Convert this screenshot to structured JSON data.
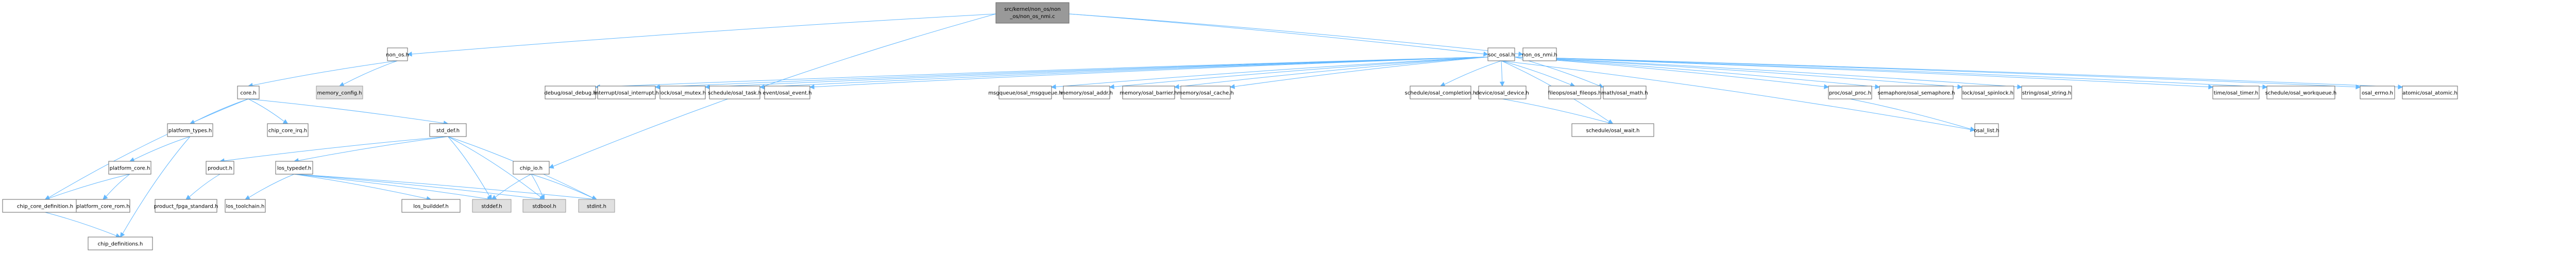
{
  "colors": {
    "edge": "#63b8ff",
    "node_border": "#666666",
    "node_fill": "#ffffff",
    "system_header_fill": "#e0e0e0",
    "root_fill": "#999999"
  },
  "graph": {
    "root": {
      "id": "root",
      "lines": [
        "src/kernel/non_os/non",
        "_os/non_os_nmi.c"
      ]
    },
    "nodes": [
      {
        "id": "non_os_h",
        "label": "non_os.h",
        "kind": "normal"
      },
      {
        "id": "memory_config_h",
        "label": "memory_config.h",
        "kind": "system"
      },
      {
        "id": "core_h",
        "label": "core.h",
        "kind": "normal"
      },
      {
        "id": "platform_types_h",
        "label": "platform_types.h",
        "kind": "normal"
      },
      {
        "id": "chip_core_irq_h",
        "label": "chip_core_irq.h",
        "kind": "normal"
      },
      {
        "id": "std_def_h",
        "label": "std_def.h",
        "kind": "normal"
      },
      {
        "id": "platform_core_h",
        "label": "platform_core.h",
        "kind": "normal"
      },
      {
        "id": "product_h",
        "label": "product.h",
        "kind": "normal"
      },
      {
        "id": "los_typedef_h",
        "label": "los_typedef.h",
        "kind": "normal"
      },
      {
        "id": "chip_io_h",
        "label": "chip_io.h",
        "kind": "normal"
      },
      {
        "id": "chip_core_definition_h",
        "label": "chip_core_definition.h",
        "kind": "normal"
      },
      {
        "id": "platform_core_rom_h",
        "label": "platform_core_rom.h",
        "kind": "normal"
      },
      {
        "id": "product_fpga_standard_h",
        "label": "product_fpga_standard.h",
        "kind": "normal"
      },
      {
        "id": "los_toolchain_h",
        "label": "los_toolchain.h",
        "kind": "normal"
      },
      {
        "id": "los_builddef_h",
        "label": "los_builddef.h",
        "kind": "normal"
      },
      {
        "id": "stddef_h",
        "label": "stddef.h",
        "kind": "system"
      },
      {
        "id": "stdbool_h",
        "label": "stdbool.h",
        "kind": "system"
      },
      {
        "id": "stdint_h",
        "label": "stdint.h",
        "kind": "system"
      },
      {
        "id": "chip_definitions_h",
        "label": "chip_definitions.h",
        "kind": "normal"
      },
      {
        "id": "soc_osal_h",
        "label": "soc_osal.h",
        "kind": "normal"
      },
      {
        "id": "non_os_nmi_h",
        "label": "non_os_nmi.h",
        "kind": "normal"
      },
      {
        "id": "osal_debug_h",
        "label": "debug/osal_debug.h",
        "kind": "normal"
      },
      {
        "id": "osal_interrupt_h",
        "label": "interrupt/osal_interrupt.h",
        "kind": "normal"
      },
      {
        "id": "osal_mutex_h",
        "label": "lock/osal_mutex.h",
        "kind": "normal"
      },
      {
        "id": "osal_task_h",
        "label": "schedule/osal_task.h",
        "kind": "normal"
      },
      {
        "id": "osal_event_h",
        "label": "event/osal_event.h",
        "kind": "normal"
      },
      {
        "id": "osal_msgqueue_h",
        "label": "msgqueue/osal_msgqueue.h",
        "kind": "normal"
      },
      {
        "id": "osal_addr_h",
        "label": "memory/osal_addr.h",
        "kind": "normal"
      },
      {
        "id": "osal_barrier_h",
        "label": "memory/osal_barrier.h",
        "kind": "normal"
      },
      {
        "id": "osal_cache_h",
        "label": "memory/osal_cache.h",
        "kind": "normal"
      },
      {
        "id": "osal_completion_h",
        "label": "schedule/osal_completion.h",
        "kind": "normal"
      },
      {
        "id": "osal_device_h",
        "label": "device/osal_device.h",
        "kind": "normal"
      },
      {
        "id": "osal_fileops_h",
        "label": "fileops/osal_fileops.h",
        "kind": "normal"
      },
      {
        "id": "osal_math_h",
        "label": "math/osal_math.h",
        "kind": "normal"
      },
      {
        "id": "osal_proc_h",
        "label": "proc/osal_proc.h",
        "kind": "normal"
      },
      {
        "id": "osal_semaphore_h",
        "label": "semaphore/osal_semaphore.h",
        "kind": "normal"
      },
      {
        "id": "osal_spinlock_h",
        "label": "lock/osal_spinlock.h",
        "kind": "normal"
      },
      {
        "id": "osal_string_h",
        "label": "string/osal_string.h",
        "kind": "normal"
      },
      {
        "id": "osal_timer_h",
        "label": "time/osal_timer.h",
        "kind": "normal"
      },
      {
        "id": "osal_workqueue_h",
        "label": "schedule/osal_workqueue.h",
        "kind": "normal"
      },
      {
        "id": "osal_errno_h",
        "label": "osal_errno.h",
        "kind": "normal"
      },
      {
        "id": "osal_atomic_h",
        "label": "atomic/osal_atomic.h",
        "kind": "normal"
      },
      {
        "id": "osal_wait_h",
        "label": "schedule/osal_wait.h",
        "kind": "normal"
      },
      {
        "id": "osal_list_h",
        "label": "osal_list.h",
        "kind": "normal"
      }
    ],
    "edges": [
      [
        "root",
        "non_os_h"
      ],
      [
        "root",
        "chip_io_h"
      ],
      [
        "root",
        "soc_osal_h"
      ],
      [
        "root",
        "non_os_nmi_h"
      ],
      [
        "non_os_h",
        "core_h"
      ],
      [
        "non_os_h",
        "memory_config_h"
      ],
      [
        "core_h",
        "platform_types_h"
      ],
      [
        "core_h",
        "chip_core_irq_h"
      ],
      [
        "core_h",
        "std_def_h"
      ],
      [
        "core_h",
        "chip_core_definition_h"
      ],
      [
        "platform_types_h",
        "platform_core_h"
      ],
      [
        "platform_types_h",
        "chip_definitions_h"
      ],
      [
        "platform_core_h",
        "chip_core_definition_h"
      ],
      [
        "platform_core_h",
        "platform_core_rom_h"
      ],
      [
        "chip_core_definition_h",
        "chip_definitions_h"
      ],
      [
        "std_def_h",
        "product_h"
      ],
      [
        "std_def_h",
        "los_typedef_h"
      ],
      [
        "std_def_h",
        "stddef_h"
      ],
      [
        "std_def_h",
        "stdbool_h"
      ],
      [
        "std_def_h",
        "stdint_h"
      ],
      [
        "product_h",
        "product_fpga_standard_h"
      ],
      [
        "los_typedef_h",
        "los_toolchain_h"
      ],
      [
        "los_typedef_h",
        "los_builddef_h"
      ],
      [
        "los_typedef_h",
        "stddef_h"
      ],
      [
        "los_typedef_h",
        "stdbool_h"
      ],
      [
        "los_typedef_h",
        "stdint_h"
      ],
      [
        "chip_io_h",
        "stddef_h"
      ],
      [
        "chip_io_h",
        "stdbool_h"
      ],
      [
        "chip_io_h",
        "stdint_h"
      ],
      [
        "soc_osal_h",
        "osal_debug_h"
      ],
      [
        "soc_osal_h",
        "osal_interrupt_h"
      ],
      [
        "soc_osal_h",
        "osal_mutex_h"
      ],
      [
        "soc_osal_h",
        "osal_task_h"
      ],
      [
        "soc_osal_h",
        "osal_event_h"
      ],
      [
        "soc_osal_h",
        "osal_msgqueue_h"
      ],
      [
        "soc_osal_h",
        "osal_addr_h"
      ],
      [
        "soc_osal_h",
        "osal_barrier_h"
      ],
      [
        "soc_osal_h",
        "osal_cache_h"
      ],
      [
        "soc_osal_h",
        "osal_completion_h"
      ],
      [
        "soc_osal_h",
        "osal_device_h"
      ],
      [
        "soc_osal_h",
        "osal_wait_h"
      ],
      [
        "soc_osal_h",
        "osal_fileops_h"
      ],
      [
        "soc_osal_h",
        "osal_math_h"
      ],
      [
        "soc_osal_h",
        "osal_proc_h"
      ],
      [
        "soc_osal_h",
        "osal_semaphore_h"
      ],
      [
        "soc_osal_h",
        "osal_spinlock_h"
      ],
      [
        "soc_osal_h",
        "osal_string_h"
      ],
      [
        "soc_osal_h",
        "osal_timer_h"
      ],
      [
        "soc_osal_h",
        "osal_workqueue_h"
      ],
      [
        "soc_osal_h",
        "osal_list_h"
      ],
      [
        "soc_osal_h",
        "osal_errno_h"
      ],
      [
        "soc_osal_h",
        "osal_atomic_h"
      ],
      [
        "osal_device_h",
        "osal_wait_h"
      ],
      [
        "osal_proc_h",
        "osal_list_h"
      ]
    ]
  }
}
